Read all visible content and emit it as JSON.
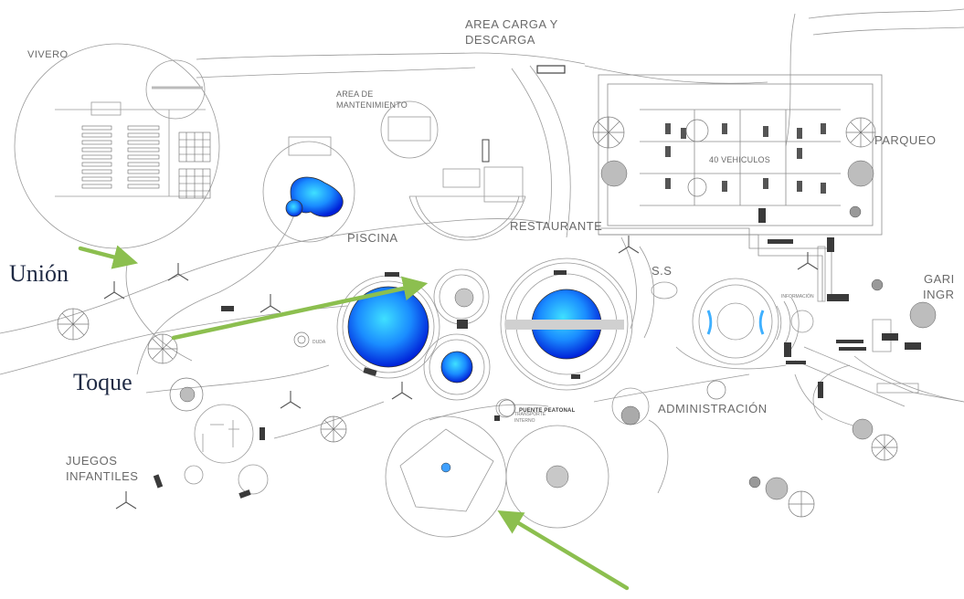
{
  "labels": {
    "area_carga_1": "AREA CARGA Y",
    "area_carga_2": "DESCARGA",
    "vivero": "VIVERO",
    "area_mant_1": "AREA DE",
    "area_mant_2": "MANTENIMIENTO",
    "piscina": "PISCINA",
    "restaurante": "RESTAURANTE",
    "parqueo": "PARQUEO",
    "vehiculos": "40 VEHICULOS",
    "ss": "S.S",
    "garita_1": "GARI",
    "garita_2": "INGR",
    "informacion": "INFORMACIÓN",
    "puente": "PUENTE PEATONAL",
    "transporte_1": "TRANSPORTE",
    "transporte_2": "INTERNO",
    "administracion": "ADMINISTRACIÓN",
    "juegos_1": "JUEGOS",
    "juegos_2": "INFANTILES",
    "duda": "DUDA"
  },
  "annotations": {
    "union": "Unión",
    "toque": "Toque"
  },
  "colors": {
    "lines": "#8c8c8c",
    "water_light": "#3fe0ff",
    "water_dark": "#0020d8",
    "arrow": "#8cbf4f",
    "annotation_text": "#1f2a44",
    "label_text": "#6a6a6a"
  },
  "icons": [
    "tree-icon",
    "vehicle-icon",
    "bench-icon",
    "arrow-icon"
  ]
}
